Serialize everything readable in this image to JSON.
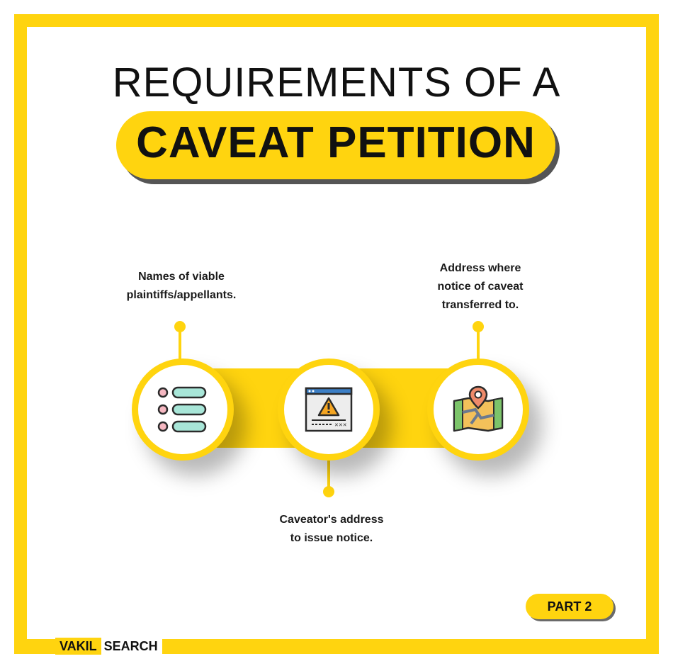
{
  "title": {
    "line1": "REQUIREMENTS OF A",
    "line2": "CAVEAT PETITION"
  },
  "steps": [
    {
      "label_line1": "Names of viable",
      "label_line2": "plaintiffs/appellants.",
      "icon": "list-icon"
    },
    {
      "label_line1": "Caveator's address",
      "label_line2": "to issue notice.",
      "icon": "warning-window-icon"
    },
    {
      "label_line1": "Address where",
      "label_line2": "notice of caveat",
      "label_line3": "transferred to.",
      "icon": "map-pin-icon"
    }
  ],
  "badge": "PART 2",
  "brand": {
    "part1": "VAKIL",
    "part2": "SEARCH"
  },
  "colors": {
    "accent": "#FFD40F",
    "text": "#111111",
    "background": "#ffffff"
  }
}
